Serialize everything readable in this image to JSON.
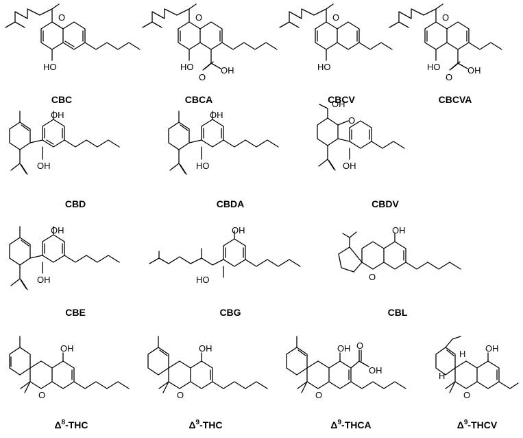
{
  "figure": {
    "rows": [
      {
        "compounds": [
          {
            "id": "cbc",
            "name": "CBC",
            "atoms": [
              "HO"
            ]
          },
          {
            "id": "cbca",
            "name": "CBCA",
            "atoms": [
              "HO",
              "OH"
            ]
          },
          {
            "id": "cbcv",
            "name": "CBCV",
            "atoms": [
              "HO"
            ]
          },
          {
            "id": "cbcva",
            "name": "CBCVA",
            "atoms": [
              "HO",
              "OH"
            ]
          }
        ]
      },
      {
        "compounds": [
          {
            "id": "cbd",
            "name": "CBD",
            "atoms": [
              "OH",
              "OH"
            ]
          },
          {
            "id": "cbda",
            "name": "CBDA",
            "atoms": [
              "OH",
              "HO"
            ]
          },
          {
            "id": "cbdv",
            "name": "CBDV",
            "atoms": [
              "OH",
              "OH"
            ]
          }
        ]
      },
      {
        "compounds": [
          {
            "id": "cbe",
            "name": "CBE",
            "atoms": [
              "OH",
              "OH"
            ]
          },
          {
            "id": "cbg",
            "name": "CBG",
            "atoms": [
              "OH",
              "HO"
            ]
          },
          {
            "id": "cbl",
            "name": "CBL",
            "atoms": [
              "OH"
            ]
          }
        ]
      },
      {
        "compounds": [
          {
            "id": "d8thc",
            "name_prefix": "Δ",
            "name_sup": "8",
            "name_suffix": "-THC",
            "atoms": [
              "OH"
            ]
          },
          {
            "id": "d9thc",
            "name_prefix": "Δ",
            "name_sup": "9",
            "name_suffix": "-THC",
            "atoms": [
              "OH"
            ]
          },
          {
            "id": "d9thca",
            "name_prefix": "Δ",
            "name_sup": "9",
            "name_suffix": "-THCA",
            "atoms": [
              "OH",
              "OH"
            ]
          },
          {
            "id": "d9thcv",
            "name_prefix": "Δ",
            "name_sup": "9",
            "name_suffix": "-THCV",
            "atoms": [
              "OH",
              "H",
              "H"
            ]
          }
        ]
      }
    ],
    "ring_oxygen": "O"
  }
}
